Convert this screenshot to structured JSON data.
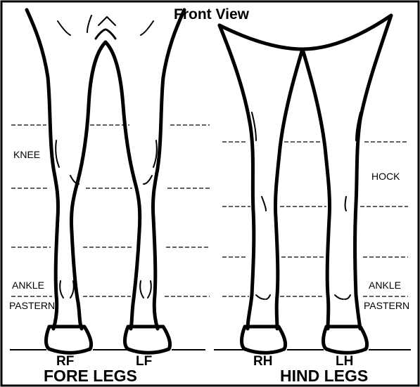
{
  "title": "Front View",
  "fore_legs": {
    "group_label": "FORE LEGS",
    "right_label": "RF",
    "left_label": "LF",
    "regions": {
      "upper": "KNEE",
      "lower_a": "ANKLE",
      "lower_b": "PASTERN"
    }
  },
  "hind_legs": {
    "group_label": "HIND LEGS",
    "right_label": "RH",
    "left_label": "LH",
    "regions": {
      "upper": "HOCK",
      "lower_a": "ANKLE",
      "lower_b": "PASTERN"
    }
  },
  "colors": {
    "line": "#000000",
    "background": "#ffffff"
  }
}
